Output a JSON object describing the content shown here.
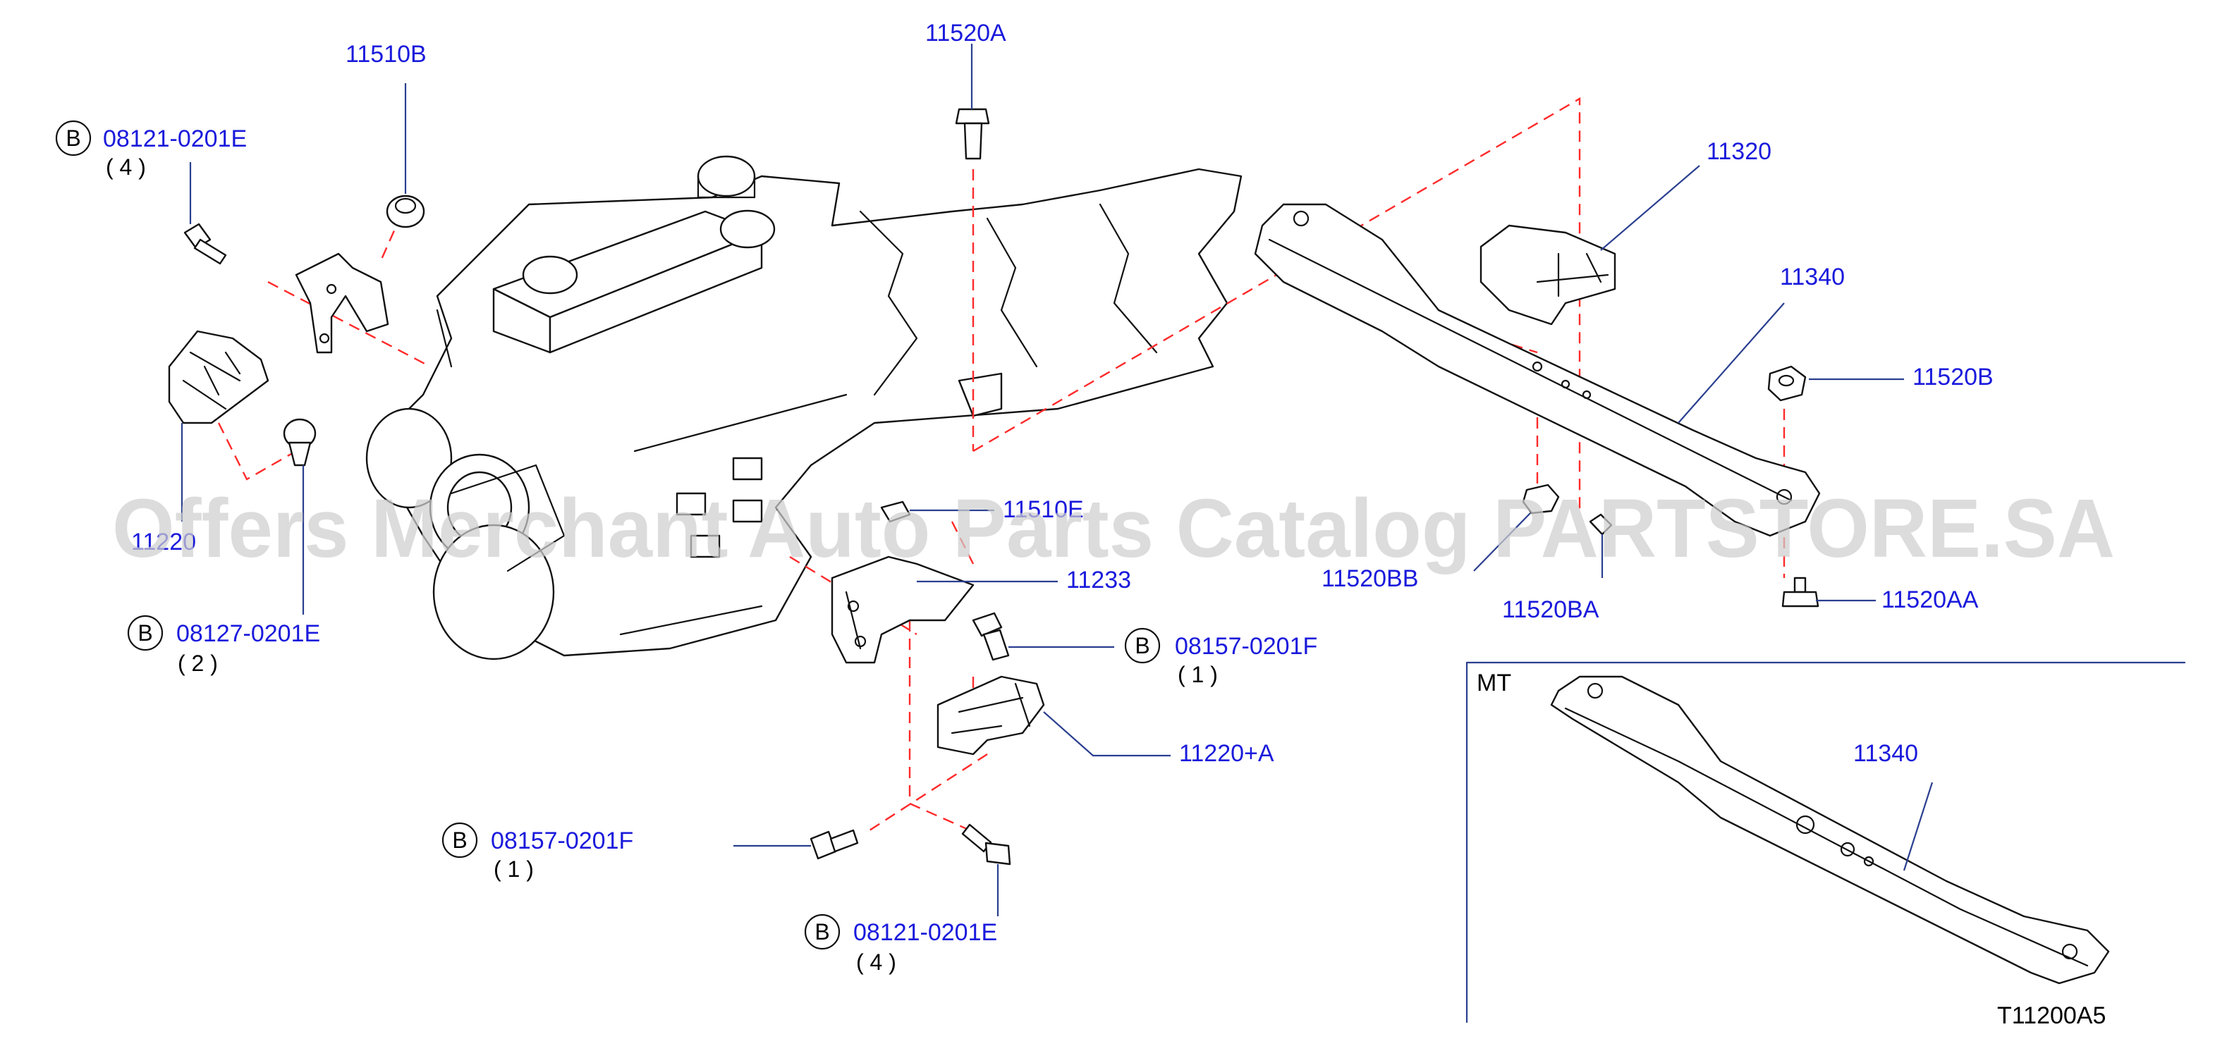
{
  "labels": {
    "p11510B": "11510B",
    "p11520A": "11520A",
    "p11320": "11320",
    "p11340_top": "11340",
    "p11520B": "11520B",
    "p11520BB": "11520BB",
    "p11520BA": "11520BA",
    "p11520AA": "11520AA",
    "p11220": "11220",
    "p11510E": "11510E",
    "p11233": "11233",
    "p11220A": "11220+A",
    "p11340_mt": "11340"
  },
  "bolts": {
    "b1": {
      "badge": "B",
      "code": "08121-0201E",
      "qty": "( 4 )"
    },
    "b2": {
      "badge": "B",
      "code": "08127-0201E",
      "qty": "( 2 )"
    },
    "b3": {
      "badge": "B",
      "code": "08157-0201F",
      "qty": "( 1 )"
    },
    "b4": {
      "badge": "B",
      "code": "08157-0201F",
      "qty": "( 1 )"
    },
    "b5": {
      "badge": "B",
      "code": "08121-0201E",
      "qty": "( 4 )"
    }
  },
  "inset_label": "MT",
  "diagram_code": "T11200A5",
  "watermark": "Offers Merchant Auto Parts Catalog PARTSTORE.SA",
  "colors": {
    "label": "#1a1adc",
    "dash": "#ff2a2a",
    "leader": "#2a3f8f",
    "watermark": "#cfcfcf"
  }
}
